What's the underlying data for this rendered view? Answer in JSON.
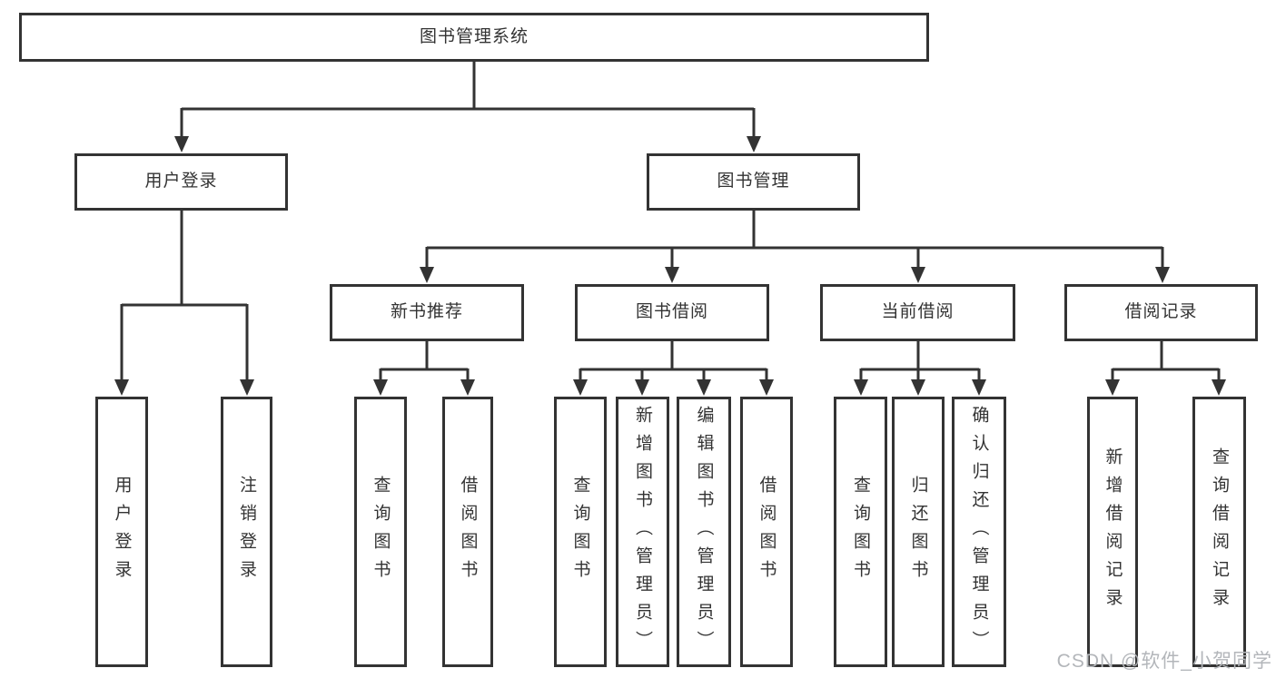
{
  "title": "图书管理系统",
  "branches": {
    "user_login": {
      "label": "用户登录",
      "children": [
        "用户登录",
        "注销登录"
      ]
    },
    "book_management": {
      "label": "图书管理",
      "groups": [
        {
          "label": "新书推荐",
          "children": [
            "查询图书",
            "借阅图书"
          ]
        },
        {
          "label": "图书借阅",
          "children": [
            "查询图书",
            "新增图书（管理员）",
            "编辑图书（管理员）",
            "借阅图书"
          ]
        },
        {
          "label": "当前借阅",
          "children": [
            "查询图书",
            "归还图书",
            "确认归还（管理员）"
          ]
        },
        {
          "label": "借阅记录",
          "children": [
            "新增借阅记录",
            "查询借阅记录"
          ]
        }
      ]
    }
  },
  "watermark": "CSDN @软件_小贺同学",
  "colors": {
    "line": "#333333",
    "text": "#333333",
    "watermark": "#b3b6ba",
    "background": "#ffffff"
  }
}
